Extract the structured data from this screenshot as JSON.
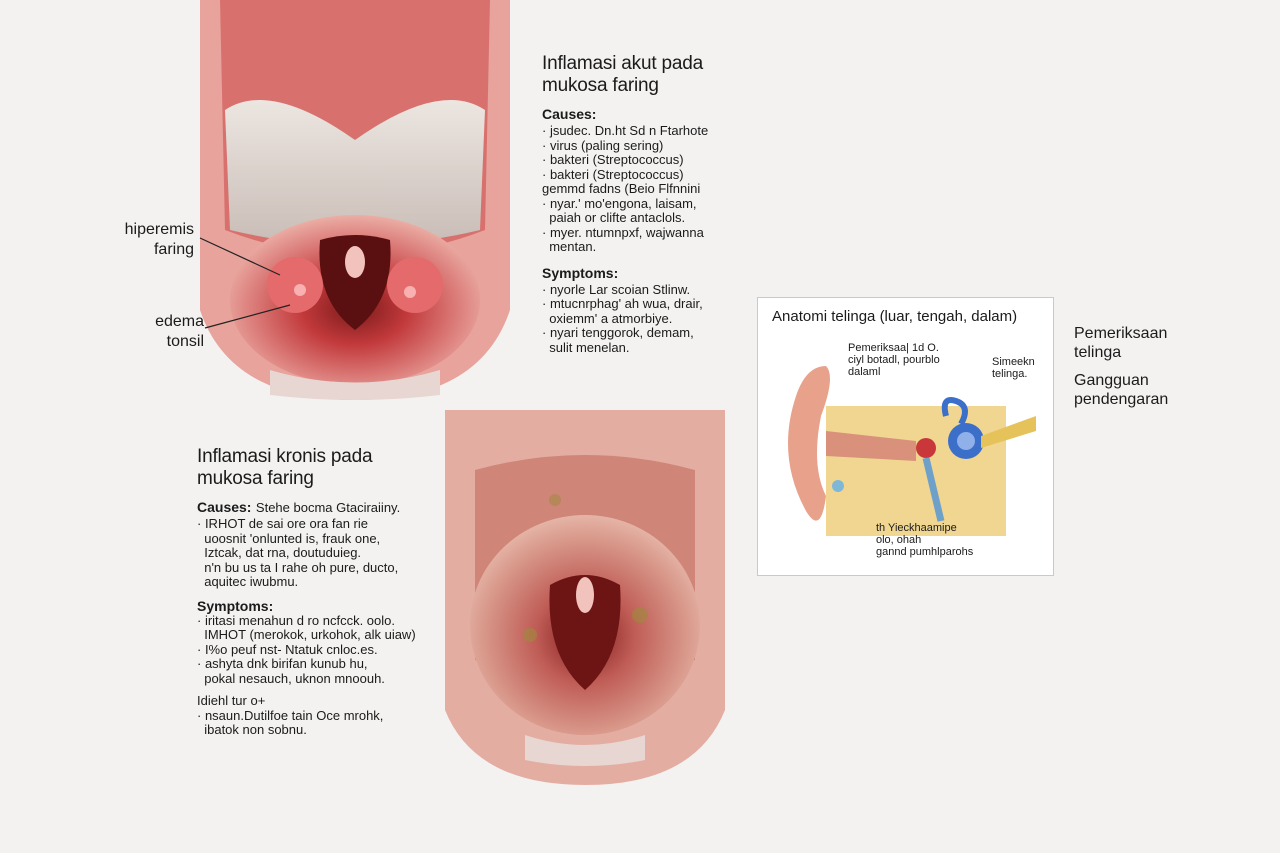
{
  "acute": {
    "title_line1": "Inflamasi akut pada",
    "title_line2": "mukosa faring",
    "causes_heading": "Causes:",
    "causes": [
      "· jsudec. Dn.ht Sd n Ftarhote",
      "· virus (paling sering)",
      "· bakteri (Streptococcus)",
      "· bakteri (Streptococcus)",
      "gemmd fadns (Beio Flfnnini",
      "· nyar.' mo'engona, laisam,",
      "  paiah or clifte antaclols.",
      "· myer. ntumnpxf, wajwanna",
      "  mentan."
    ],
    "symptoms_heading": "Symptoms:",
    "symptoms": [
      "· nyorle Lar scoian Stlinw.",
      "· mtucnrphag' ah wua, drair,",
      "  oxiemm' a atmorbiye.",
      "· nyari tenggorok, demam,",
      "  sulit menelan."
    ],
    "label_hiperemis_1": "hiperemis",
    "label_hiperemis_2": "faring",
    "label_edema_1": "edema",
    "label_edema_2": "tonsil"
  },
  "chronic": {
    "title_line1": "Inflamasi kronis pada",
    "title_line2": "mukosa faring",
    "causes_heading": "Causes:",
    "causes_inline": "Stehe bocma Gtaciraiiny.",
    "causes": [
      "· IRHOT de sai ore ora fan rie",
      "  uoosnit 'onlunted is, frauk one,",
      "  Iztcak, dat rna, doutuduieg.",
      "  n'n bu us ta I rahe oh pure, ducto,",
      "  aquitec iwubmu."
    ],
    "symptoms_heading": "Symptoms:",
    "symptoms": [
      "· iritasi menahun d ro ncfcck. oolo.",
      "  IMHOT (merokok, urkohok, alk uiaw)",
      "· I%o peuf nst- Ntatuk cnloc.es.",
      "· ashyta dnk birifan kunub hu,",
      "  pokal nesauch, uknon mnoouh."
    ],
    "extra_heading": "Idiehl tur o+",
    "extra": [
      "· nsaun.Dutilfoe tain Oce mrohk,",
      "  ibatok non sobnu."
    ]
  },
  "ear": {
    "title": "Anatomi telinga (luar, tengah, dalam)",
    "callout_left": "Pemeriksaa| 1d O.\nciyl botadl, pourblo\ndalaml",
    "callout_right": "Simeekn\ntelinga.",
    "callout_bottom": "th Yieckhaamipe\nolo, ohah\ngannd pumhlparohs"
  },
  "side": {
    "line1": "Pemeriksaan",
    "line2": "telinga",
    "line3": "Gangguan",
    "line4": "pendengaran"
  }
}
